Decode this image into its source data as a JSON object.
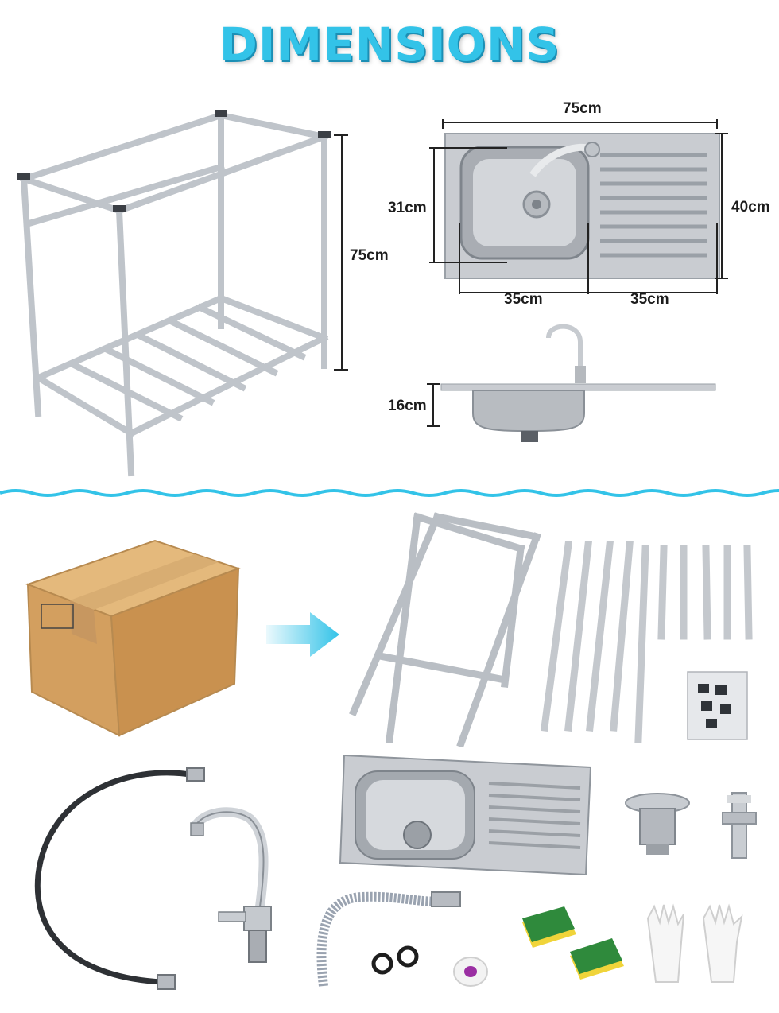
{
  "heading": "DIMENSIONS",
  "dimensions": {
    "frame_height": "75cm",
    "sink_length": "75cm",
    "sink_width": "40cm",
    "bowl_width": "31cm",
    "bowl_length": "35cm",
    "drainboard_length": "35cm",
    "bowl_depth": "16cm"
  },
  "colors": {
    "accent": "#33c3e8",
    "cardboard": "#d8a96a",
    "steel": "#c9ccd1"
  },
  "package_arrow_icon": "right-arrow"
}
